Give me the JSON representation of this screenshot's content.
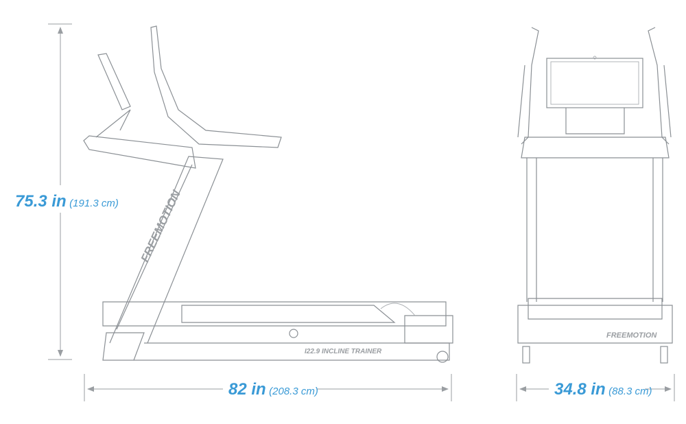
{
  "dimensions": {
    "height": {
      "imperial": "75.3 in",
      "metric": "(191.3 cm)"
    },
    "length": {
      "imperial": "82 in",
      "metric": "(208.3 cm)"
    },
    "width": {
      "imperial": "34.8 in",
      "metric": "(88.3 cm)"
    }
  },
  "product": {
    "brand_side": "FREEMOTION",
    "brand_front": "FREEMOTION",
    "model": "I22.9 INCLINE TRAINER"
  },
  "colors": {
    "accent": "#3a9ad6",
    "line": "#8a8f94"
  }
}
